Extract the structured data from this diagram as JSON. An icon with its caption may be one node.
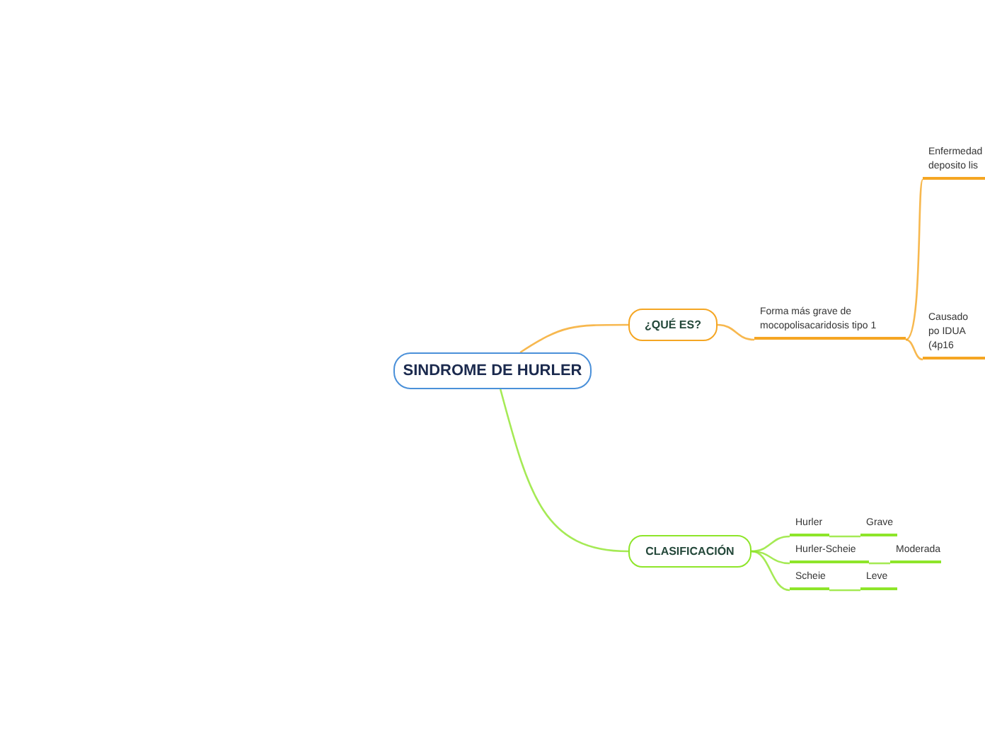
{
  "diagram": {
    "nodes": [
      {
        "text": [
          "SINDROME DE HURLER"
        ]
      },
      {
        "text": [
          "¿QUÉ ES?"
        ]
      },
      {
        "text": [
          "Forma más grave de mocopolisacaridosis tipo 1"
        ]
      },
      {
        "text": [
          "Enfermedad deposito lis"
        ]
      },
      {
        "text": [
          "Causado po IDUA (4p16"
        ]
      },
      {
        "text": [
          "CLASIFICACIÓN"
        ]
      },
      {
        "text": [
          "Hurler"
        ]
      },
      {
        "text": [
          "Grave"
        ]
      },
      {
        "text": [
          "Hurler-Scheie"
        ]
      },
      {
        "text": [
          "Moderada"
        ]
      },
      {
        "text": [
          "Scheie"
        ]
      },
      {
        "text": [
          "Leve"
        ]
      }
    ],
    "edges": [
      {
        "from": 0,
        "to": 1,
        "arrow": "none",
        "color": "#f5a623"
      },
      {
        "from": 1,
        "to": 2,
        "arrow": "none",
        "color": "#f5a623"
      },
      {
        "from": 2,
        "to": 3,
        "arrow": "none",
        "color": "#f5a623"
      },
      {
        "from": 2,
        "to": 4,
        "arrow": "none",
        "color": "#f5a623"
      },
      {
        "from": 0,
        "to": 5,
        "arrow": "none"
      },
      {
        "from": 5,
        "to": 6,
        "arrow": "none"
      },
      {
        "from": 6,
        "to": 7,
        "arrow": "none"
      },
      {
        "from": 5,
        "to": 8,
        "arrow": "none"
      },
      {
        "from": 8,
        "to": 9,
        "arrow": "none"
      },
      {
        "from": 5,
        "to": 10,
        "arrow": "none"
      },
      {
        "from": 10,
        "to": 11,
        "arrow": "none"
      }
    ]
  }
}
